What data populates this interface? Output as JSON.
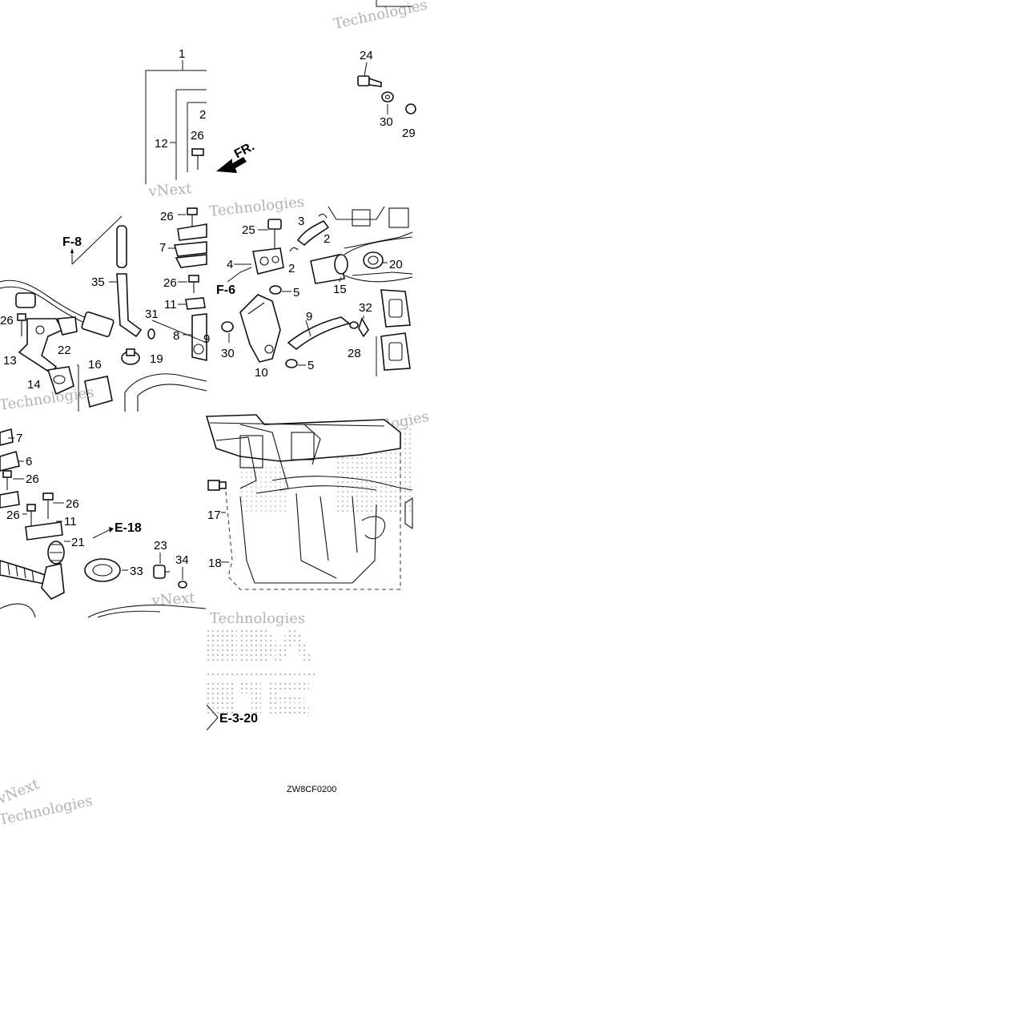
{
  "diagram": {
    "figure_code": "ZW8CF0200",
    "direction_label": "FR.",
    "watermark_words": [
      "vNext",
      "Technologies"
    ],
    "refs": {
      "f8": "F-8",
      "f6": "F-6",
      "e18": "E-18",
      "e320": "E-3-20"
    },
    "callouts": {
      "c1": "1",
      "c12": "12",
      "c2top": "2",
      "c26a": "26",
      "c24": "24",
      "c30a": "30",
      "c29": "29",
      "c26b": "26",
      "c7a": "7",
      "c26c": "26",
      "c11a": "11",
      "c35": "35",
      "c31": "31",
      "c8": "8",
      "c9r": "9",
      "c26d": "26",
      "c13": "13",
      "c22": "22",
      "c19": "19",
      "c16": "16",
      "c14": "14",
      "c25": "25",
      "c3": "3",
      "c2a": "2",
      "c2b": "2",
      "c4": "4",
      "c15": "15",
      "c20": "20",
      "c5a": "5",
      "c32": "32",
      "c30b": "30",
      "c10": "10",
      "c9": "9",
      "c28": "28",
      "c5b": "5",
      "c7b": "7",
      "c6": "6",
      "c26e": "26",
      "c26f": "26",
      "c26g": "26",
      "c11b": "11",
      "c21": "21",
      "c23": "23",
      "c34": "34",
      "c33": "33",
      "c17": "17",
      "c18": "18"
    }
  }
}
